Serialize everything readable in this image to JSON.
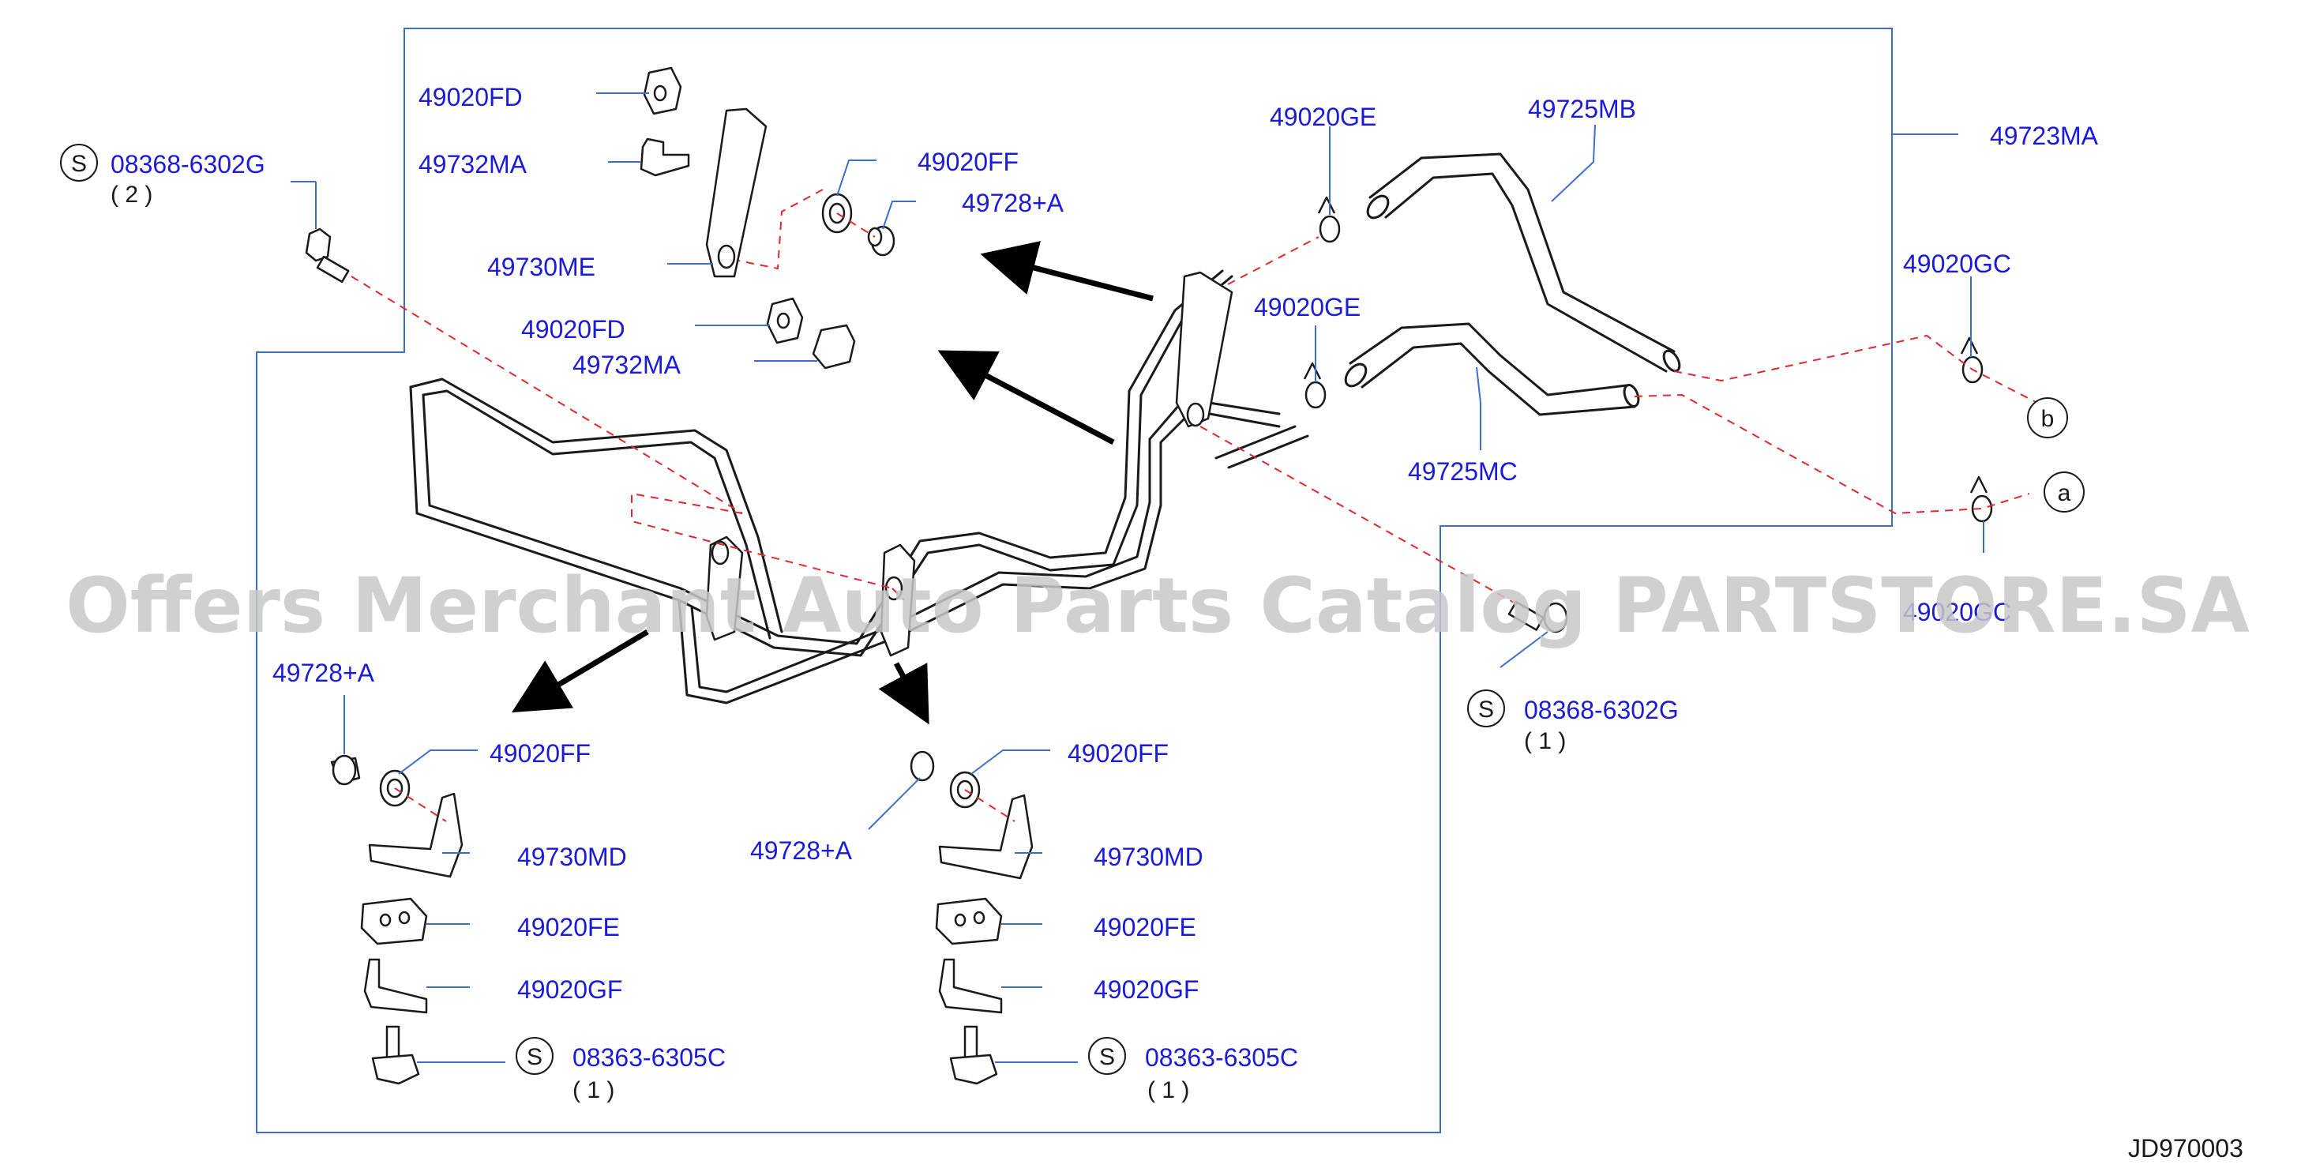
{
  "colors": {
    "label": "#1a1adb",
    "frame": "#3b6fc9",
    "part": "#1a1a1a",
    "leader": "#3b6fc9",
    "dashed": "#e0282c",
    "arrow": "#000000",
    "watermark": "#c8c8c8"
  },
  "watermark": "Offers Merchant Auto Parts Catalog PARTSTORE.SA",
  "diagram_code": "JD970003",
  "labels": {
    "p49020FD_a": "49020FD",
    "p49732MA_a": "49732MA",
    "p49730ME": "49730ME",
    "p49020FF_a": "49020FF",
    "p49728A_a": "49728+A",
    "p49020FD_b": "49020FD",
    "p49732MA_b": "49732MA",
    "p49020GE_a": "49020GE",
    "p49725MB": "49725MB",
    "p49723MA": "49723MA",
    "p49020GE_b": "49020GE",
    "p49725MC": "49725MC",
    "p49020GC_a": "49020GC",
    "p49020GC_b": "49020GC",
    "b08368_a": "08368-6302G",
    "q08368_a": "( 2 )",
    "b08368_b": "08368-6302G",
    "q08368_b": "( 1 )",
    "p49728A_b": "49728+A",
    "p49020FF_b": "49020FF",
    "p49730MD_a": "49730MD",
    "p49020FE_a": "49020FE",
    "p49020GF_a": "49020GF",
    "b08363_a": "08363-6305C",
    "q08363_a": "( 1 )",
    "p49020FF_c": "49020FF",
    "p49728A_c": "49728+A",
    "p49730MD_b": "49730MD",
    "p49020FE_b": "49020FE",
    "p49020GF_b": "49020GF",
    "b08363_b": "08363-6305C",
    "q08363_b": "( 1 )"
  },
  "symbols": {
    "standard": "S",
    "connector_a": "a",
    "connector_b": "b"
  }
}
